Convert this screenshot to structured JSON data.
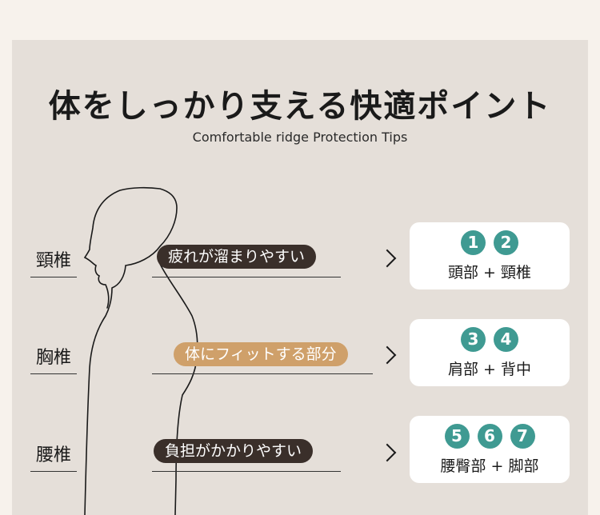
{
  "header": {
    "title": "体をしっかり支える快適ポイント",
    "subtitle": "Comfortable ridge Protection Tips"
  },
  "rows": [
    {
      "label": "頸椎",
      "pill": "疲れが溜まりやすい",
      "numbers": [
        "1",
        "2"
      ],
      "parts": "頭部 + 頸椎"
    },
    {
      "label": "胸椎",
      "pill": "体にフィットする部分",
      "numbers": [
        "3",
        "4"
      ],
      "parts": "肩部 + 背中"
    },
    {
      "label": "腰椎",
      "pill": "負担がかかりやすい",
      "numbers": [
        "5",
        "6",
        "7"
      ],
      "parts": "腰臀部 + 脚部"
    }
  ],
  "colors": {
    "page_background": "#f7f2ec",
    "panel_background": "#e5dfd9",
    "dark_pill": "#3a2f2a",
    "tan_pill": "#cfa06a",
    "number_badge": "#3f9a92",
    "card": "#ffffff"
  },
  "icons": [
    "human-silhouette-icon",
    "chevron-right-icon"
  ]
}
